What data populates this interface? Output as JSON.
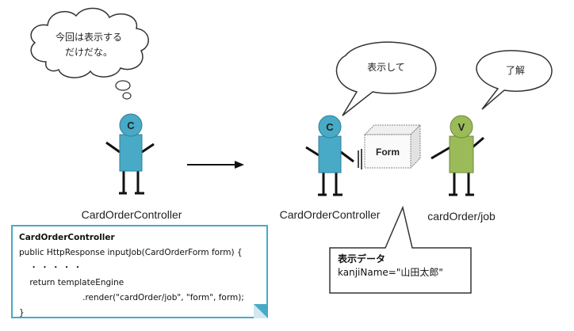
{
  "thought": {
    "line1": "今回は表示する",
    "line2": "だけだな。"
  },
  "speech_left": "表示して",
  "speech_right": "了解",
  "actors": {
    "controller_left": {
      "badge": "C",
      "label": "CardOrderController"
    },
    "controller_right": {
      "badge": "C",
      "label": "CardOrderController"
    },
    "view": {
      "badge": "V",
      "label": "cardOrder/job"
    }
  },
  "form_box": "Form",
  "code": {
    "title": "CardOrderController",
    "lines": [
      "public HttpResponse inputJob(CardOrderForm form) {",
      "    ・ ・ ・ ・ ・",
      "    return templateEngine",
      "                        .render(\"cardOrder/job\", \"form\", form);",
      "}"
    ]
  },
  "data_callout": {
    "title": "表示データ",
    "value": "kanjiName=\"山田太郎\""
  },
  "colors": {
    "controller": "#48aac6",
    "view": "#9bbb59",
    "code_border": "#48aac6"
  }
}
